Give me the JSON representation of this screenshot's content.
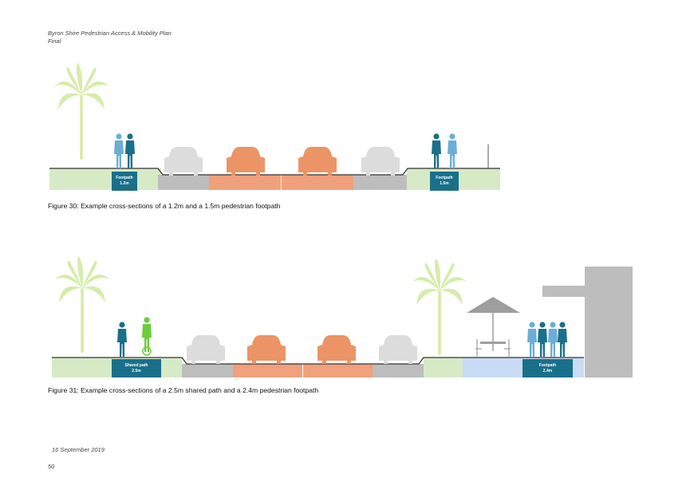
{
  "header": {
    "title": "Byron Shire Pedestrian Access & Mobility Plan",
    "status": "Final"
  },
  "figure30": {
    "caption": "Figure 30: Example cross-sections of a 1.2m and a 1.5m pedestrian footpath",
    "left_label": "Footpath",
    "left_width": "1.2m",
    "right_label": "Footpath",
    "right_width": "1.5m"
  },
  "figure31": {
    "caption": "Figure 31: Example cross-sections of a 2.5m shared path and a 2.4m pedestrian footpath",
    "left_label": "Shared path",
    "left_width": "2.5m",
    "right_label": "Footpath",
    "right_width": "2.4m"
  },
  "footer": {
    "date": "16 September 2019",
    "page": "50"
  },
  "colors": {
    "footpath": "#1a6f8a",
    "verge": "#d6eac6",
    "road_grey": "#bdbdbd",
    "lane_orange": "#f0a07a",
    "car_orange": "#ec9466",
    "car_grey": "#dcdcdc",
    "tree": "#d5ecaa",
    "person_dark": "#1a6f8a",
    "person_light": "#6baed6",
    "cyclist": "#6ccd3c"
  }
}
